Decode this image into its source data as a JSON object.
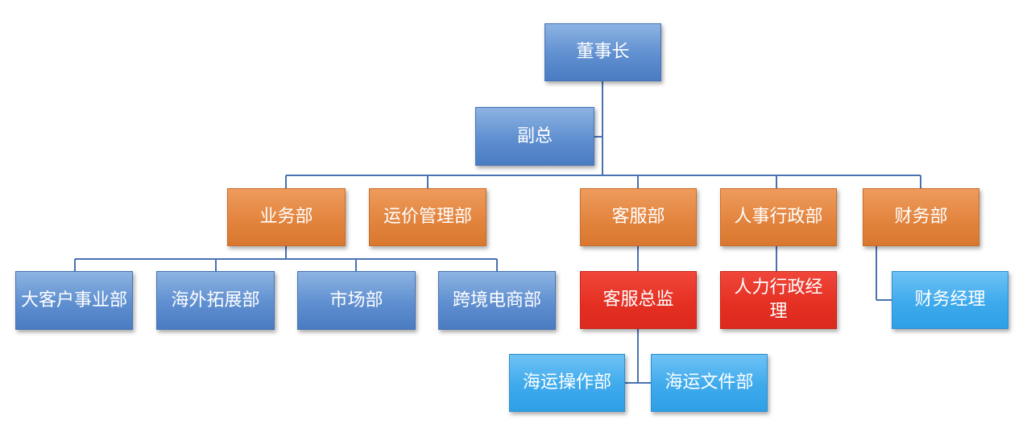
{
  "chairman": "董事长",
  "vice_president": "副总",
  "departments": {
    "business": "业务部",
    "freight_pricing": "运价管理部",
    "customer_service": "客服部",
    "hr_admin": "人事行政部",
    "finance": "财务部"
  },
  "business_units": {
    "key_accounts": "大客户事业部",
    "overseas": "海外拓展部",
    "marketing": "市场部",
    "cross_border": "跨境电商部"
  },
  "managers": {
    "cs_director": "客服总监",
    "hr_manager": "人力行政经理",
    "finance_manager": "财务经理"
  },
  "cs_teams": {
    "ocean_ops": "海运操作部",
    "ocean_docs": "海运文件部"
  },
  "colors": {
    "executive": "#5f8fd0",
    "department": "#e3853f",
    "manager": "#e42f22",
    "team": "#3eaaec",
    "connector": "#4a72b0"
  }
}
